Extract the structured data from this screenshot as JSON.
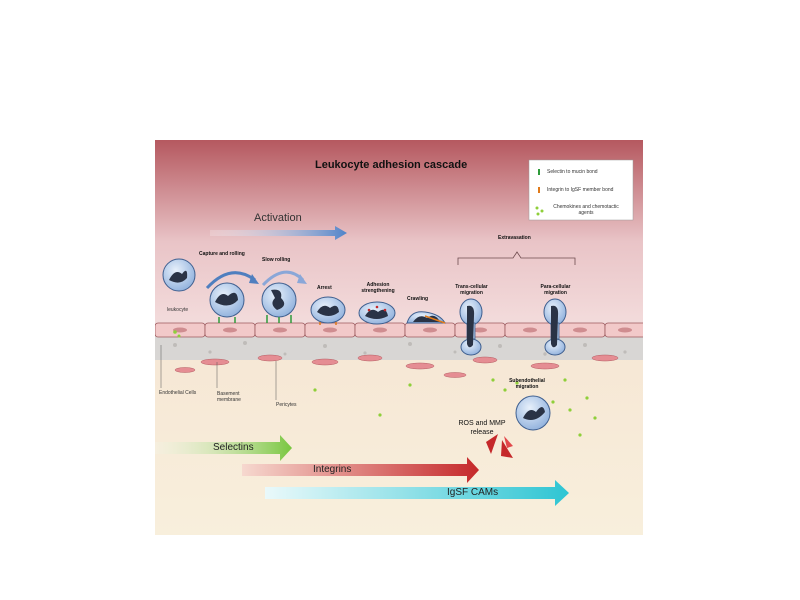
{
  "title": "Leukocyte adhesion cascade",
  "activation_label": "Activation",
  "legend": {
    "items": [
      {
        "label": "Selectin to mucin bond",
        "color": "#2e9b3a"
      },
      {
        "label": "Integrin to IgSF member bond",
        "color": "#e07a1a"
      },
      {
        "label": "Chemokines and chemotactic agents",
        "color": "#8fcf3a"
      }
    ]
  },
  "stages": {
    "capture_rolling": "Capture and rolling",
    "slow_rolling": "Slow rolling",
    "arrest": "Arrest",
    "adhesion_strengthening": "Adhesion strengthening",
    "crawling": "Crawling",
    "extravasation": "Extravasation",
    "trans_cellular": "Trans-cellular migration",
    "para_cellular": "Para-cellular migration",
    "subendothelial": "Subendothelial migration"
  },
  "tissue_labels": {
    "leukocyte": "leukocyte",
    "endothelial": "Endothelial Cells",
    "basement": "Basement membrane",
    "pericytes": "Pericytes"
  },
  "ros_label": "ROS and MMP release",
  "molecule_arrows": {
    "selectins": "Selectins",
    "integrins": "Integrins",
    "igsf": "IgSF CAMs"
  },
  "colors": {
    "top_gradient": "#b5585f",
    "tissue": "#f6ecd4",
    "endothelium": "#f2c9c9",
    "selectin_arrow": "#78c63f",
    "integrin_arrow": "#c5282a",
    "igsf_arrow": "#2ec5d3",
    "activation_arrow": "#4f83c9",
    "cell_blue": "#a9c3e6",
    "nucleus": "#2a3346"
  }
}
